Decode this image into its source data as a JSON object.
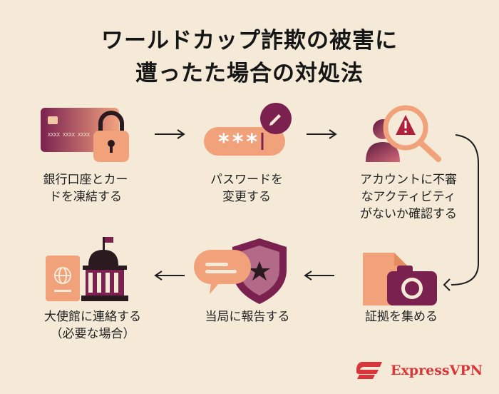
{
  "title": {
    "line1": "ワールドカップ詐欺の被害に",
    "line2": "遭ったた場合の対処法"
  },
  "steps": [
    {
      "icon": "card-lock-icon",
      "line1": "銀行口座とカー",
      "line2": "ドを凍結する",
      "card_number": "XXXX XXXX XXXX"
    },
    {
      "icon": "password-icon",
      "line1": "パスワードを",
      "line2": "変更する",
      "password_mask": "***"
    },
    {
      "icon": "account-alert-icon",
      "line1": "アカウントに不審",
      "line2": "なアクティビティ",
      "line3": "がないか確認する"
    },
    {
      "icon": "evidence-icon",
      "line1": "証拠を集める"
    },
    {
      "icon": "police-report-icon",
      "line1": "当局に報告する"
    },
    {
      "icon": "embassy-icon",
      "line1": "大使館に連絡する",
      "line2": "（必要な場合）"
    }
  ],
  "brand": {
    "name": "ExpressVPN",
    "color": "#d8363b"
  },
  "colors": {
    "background": "#f4ead7",
    "accent_orange": "#f1a27b",
    "accent_plum": "#5e1a3e",
    "accent_magenta": "#9c2f6b",
    "dark": "#1e1e2a"
  }
}
